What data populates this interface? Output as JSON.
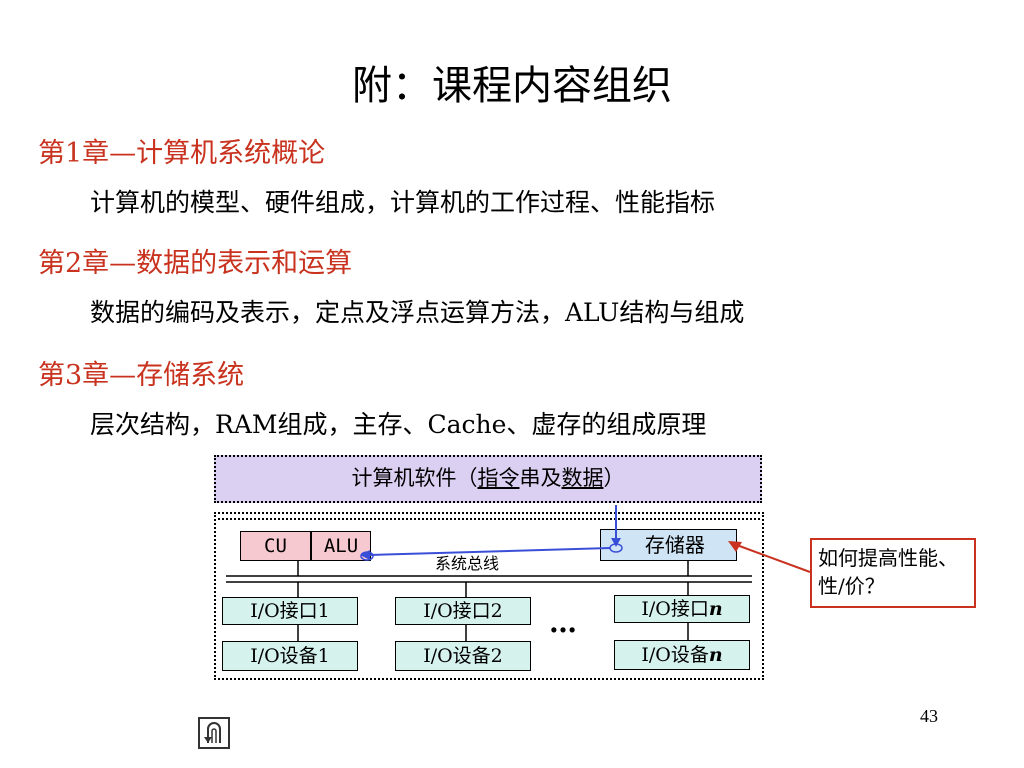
{
  "title": "附：课程内容组织",
  "chapters": [
    {
      "heading": "第1章—计算机系统概论",
      "desc": "计算机的模型、硬件组成，计算机的工作过程、性能指标"
    },
    {
      "heading": "第2章—数据的表示和运算",
      "desc": "数据的编码及表示，定点及浮点运算方法，ALU结构与组成"
    },
    {
      "heading": "第3章—存储系统",
      "desc": "层次结构，RAM组成，主存、Cache、虚存的组成原理"
    }
  ],
  "diagram": {
    "software": {
      "prefix": "计算机软件（",
      "u1": "指令",
      "mid": "串及",
      "u2": "数据",
      "suffix": "）"
    },
    "cu": "CU",
    "alu": "ALU",
    "memory": "存储器",
    "bus": "系统总线",
    "io_ports": [
      "I/O接口1",
      "I/O接口2"
    ],
    "io_port_n": {
      "prefix": "I/O接口",
      "n": "n"
    },
    "io_devices": [
      "I/O设备1",
      "I/O设备2"
    ],
    "io_device_n": {
      "prefix": "I/O设备",
      "n": "n"
    },
    "ellipsis": "…"
  },
  "question": "如何提高性能、性/价？",
  "page_number": "43",
  "colors": {
    "chapter": "#c8321e",
    "software_fill": "#dcd0f2",
    "io_fill": "#d6f2ec",
    "cpu_fill": "#f6c9d0",
    "memory_fill": "#cfe4f4",
    "arrow": "#3a4fd8"
  }
}
